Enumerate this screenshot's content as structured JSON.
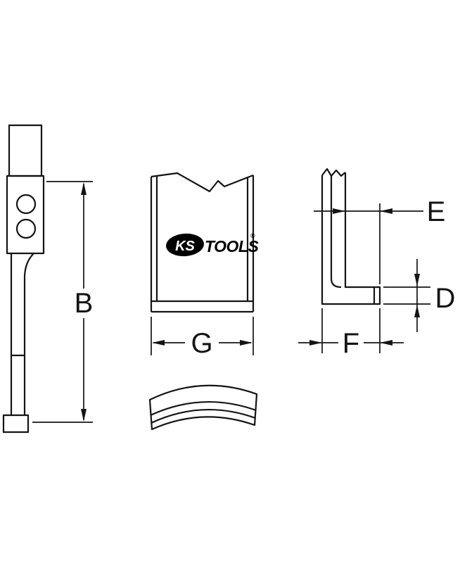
{
  "drawing": {
    "colors": {
      "stroke": "#141414",
      "background": "#ffffff",
      "logo_fill": "#000000",
      "logo_text": "#ffffff"
    },
    "dimension_labels": {
      "b": "B",
      "d": "D",
      "e": "E",
      "f": "F",
      "g": "G"
    },
    "logo": {
      "ks": "KS",
      "tools": "TOOLS",
      "registered": "®"
    }
  }
}
